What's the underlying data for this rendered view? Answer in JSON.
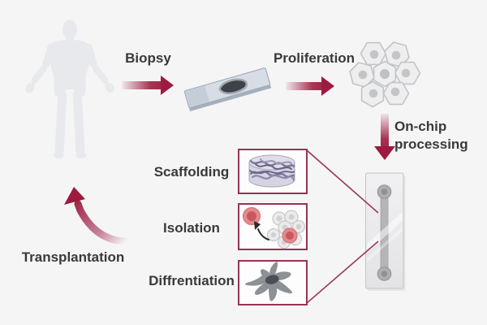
{
  "labels": {
    "biopsy": "Biopsy",
    "proliferation": "Proliferation",
    "onchip_line1": "On-chip",
    "onchip_line2": "processing",
    "transplantation": "Transplantation"
  },
  "process_boxes": [
    {
      "label": "Scaffolding",
      "icon": "scaffold-mesh-icon"
    },
    {
      "label": "Isolation",
      "icon": "cell-isolation-icon"
    },
    {
      "label": "Diffrentiation",
      "icon": "differentiated-cell-icon"
    }
  ],
  "icons": {
    "human_body": "human-body-silhouette-icon",
    "tissue_slide": "biopsy-slide-icon",
    "cell_cluster": "cell-cluster-icon",
    "chip": "organ-on-chip-icon",
    "arrows": [
      "biopsy-arrow-icon",
      "proliferation-arrow-icon",
      "onchip-down-arrow-icon",
      "transplantation-curved-arrow-icon"
    ]
  },
  "colors": {
    "background": "#f5f5f6",
    "arrow_accent": "#9c1b3e",
    "box_border": "#993353",
    "callout_line": "#9a3a58",
    "label_text": "#39393b",
    "body_silhouette": "#e7e9ec",
    "scaffold_purple": "#7d7797",
    "cell_red": "#e28a8e",
    "cell_red_nucleus": "#cb575d",
    "cell_gray": "#eeeeef",
    "chip_body": "#ececee",
    "chip_channel": "#b5b5b9"
  }
}
